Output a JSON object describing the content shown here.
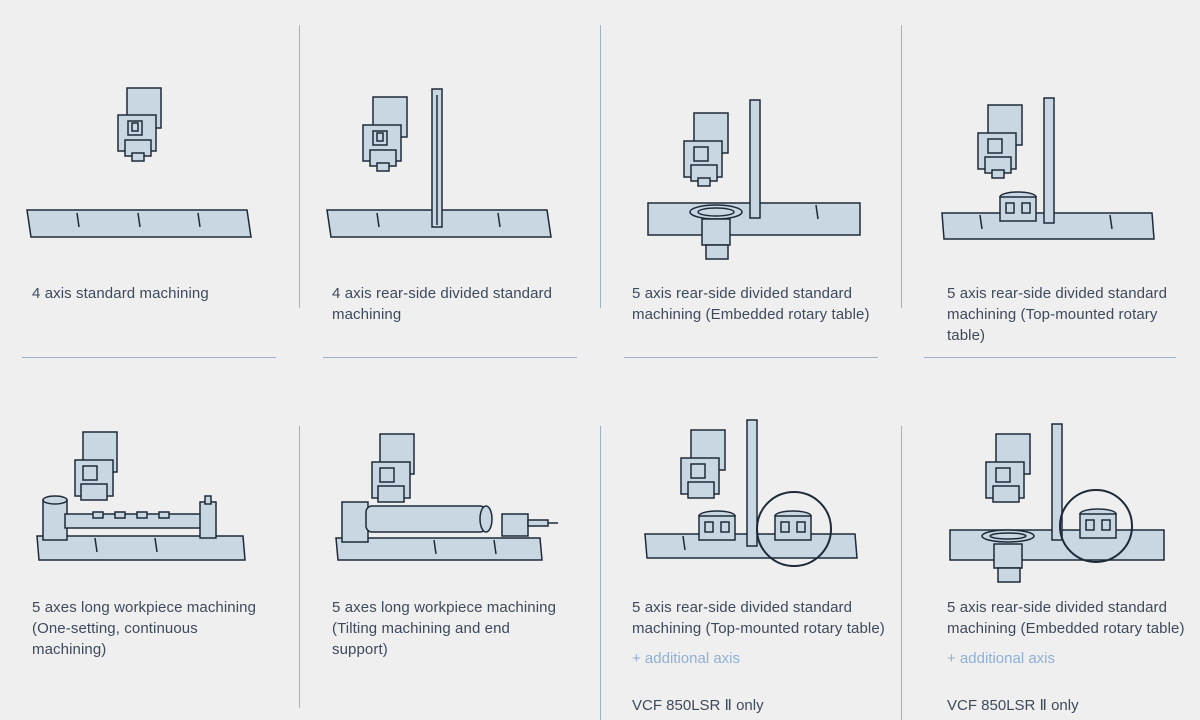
{
  "items": [
    {
      "caption_lines": [
        "4 axis standard machining"
      ],
      "extra": "",
      "note": "",
      "icon": "standard-machining-illustration"
    },
    {
      "caption_lines": [
        "4 axis rear-side divided standard",
        "machining"
      ],
      "extra": "",
      "note": "",
      "icon": "rear-side-divided-illustration"
    },
    {
      "caption_lines": [
        "5 axis rear-side divided standard",
        "machining (Embedded rotary table)"
      ],
      "extra": "",
      "note": "",
      "icon": "embedded-rotary-table-illustration"
    },
    {
      "caption_lines": [
        "5 axis rear-side divided standard",
        "machining (Top-mounted rotary",
        "table)"
      ],
      "extra": "",
      "note": "",
      "icon": "top-mounted-rotary-table-illustration"
    },
    {
      "caption_lines": [
        "5 axes long workpiece machining",
        "(One-setting, continuous",
        "machining)"
      ],
      "extra": "",
      "note": "",
      "icon": "long-workpiece-continuous-illustration"
    },
    {
      "caption_lines": [
        "5 axes long workpiece machining",
        "(Tilting machining and end",
        "support)"
      ],
      "extra": "",
      "note": "",
      "icon": "long-workpiece-tilting-illustration"
    },
    {
      "caption_lines": [
        "5 axis rear-side divided standard",
        "machining (Top-mounted rotary table)"
      ],
      "extra": "+ additional axis",
      "note": "VCF 850LSR Ⅱ only",
      "icon": "additional-axis-top-mounted-illustration"
    },
    {
      "caption_lines": [
        "5 axis rear-side divided standard",
        "machining (Embedded rotary table)"
      ],
      "extra": "+ additional axis",
      "note": "VCF 850LSR Ⅱ only",
      "icon": "additional-axis-embedded-illustration"
    }
  ],
  "colors": {
    "background": "#efefef",
    "divider": "#9fb1c7",
    "text": "#3d4a5c",
    "accent": "#8fb0d6",
    "machine": "#c9d7e3",
    "outline": "#1e2a38"
  }
}
